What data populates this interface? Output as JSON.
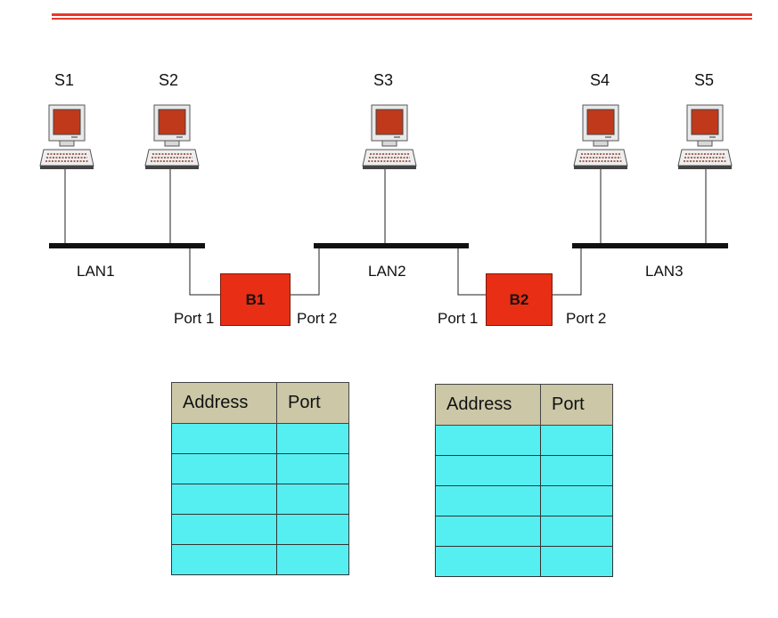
{
  "stations": [
    {
      "id": "S1",
      "label": "S1"
    },
    {
      "id": "S2",
      "label": "S2"
    },
    {
      "id": "S3",
      "label": "S3"
    },
    {
      "id": "S4",
      "label": "S4"
    },
    {
      "id": "S5",
      "label": "S5"
    }
  ],
  "lans": [
    {
      "label": "LAN1"
    },
    {
      "label": "LAN2"
    },
    {
      "label": "LAN3"
    }
  ],
  "bridges": [
    {
      "label": "B1",
      "port_left": "Port 1",
      "port_right": "Port 2"
    },
    {
      "label": "B2",
      "port_left": "Port 1",
      "port_right": "Port 2"
    }
  ],
  "forwarding_tables": [
    {
      "columns": [
        "Address",
        "Port"
      ],
      "rows": [
        [
          "",
          ""
        ],
        [
          "",
          ""
        ],
        [
          "",
          ""
        ],
        [
          "",
          ""
        ],
        [
          "",
          ""
        ]
      ]
    },
    {
      "columns": [
        "Address",
        "Port"
      ],
      "rows": [
        [
          "",
          ""
        ],
        [
          "",
          ""
        ],
        [
          "",
          ""
        ],
        [
          "",
          ""
        ],
        [
          "",
          ""
        ]
      ]
    }
  ],
  "colors": {
    "header_line": "#e8392b",
    "bridge": "#e82e14",
    "table_header": "#cbc7a7",
    "table_cell": "#55eff1",
    "monitor_screen": "#c0391b"
  },
  "icons": [
    "computer-icon"
  ]
}
